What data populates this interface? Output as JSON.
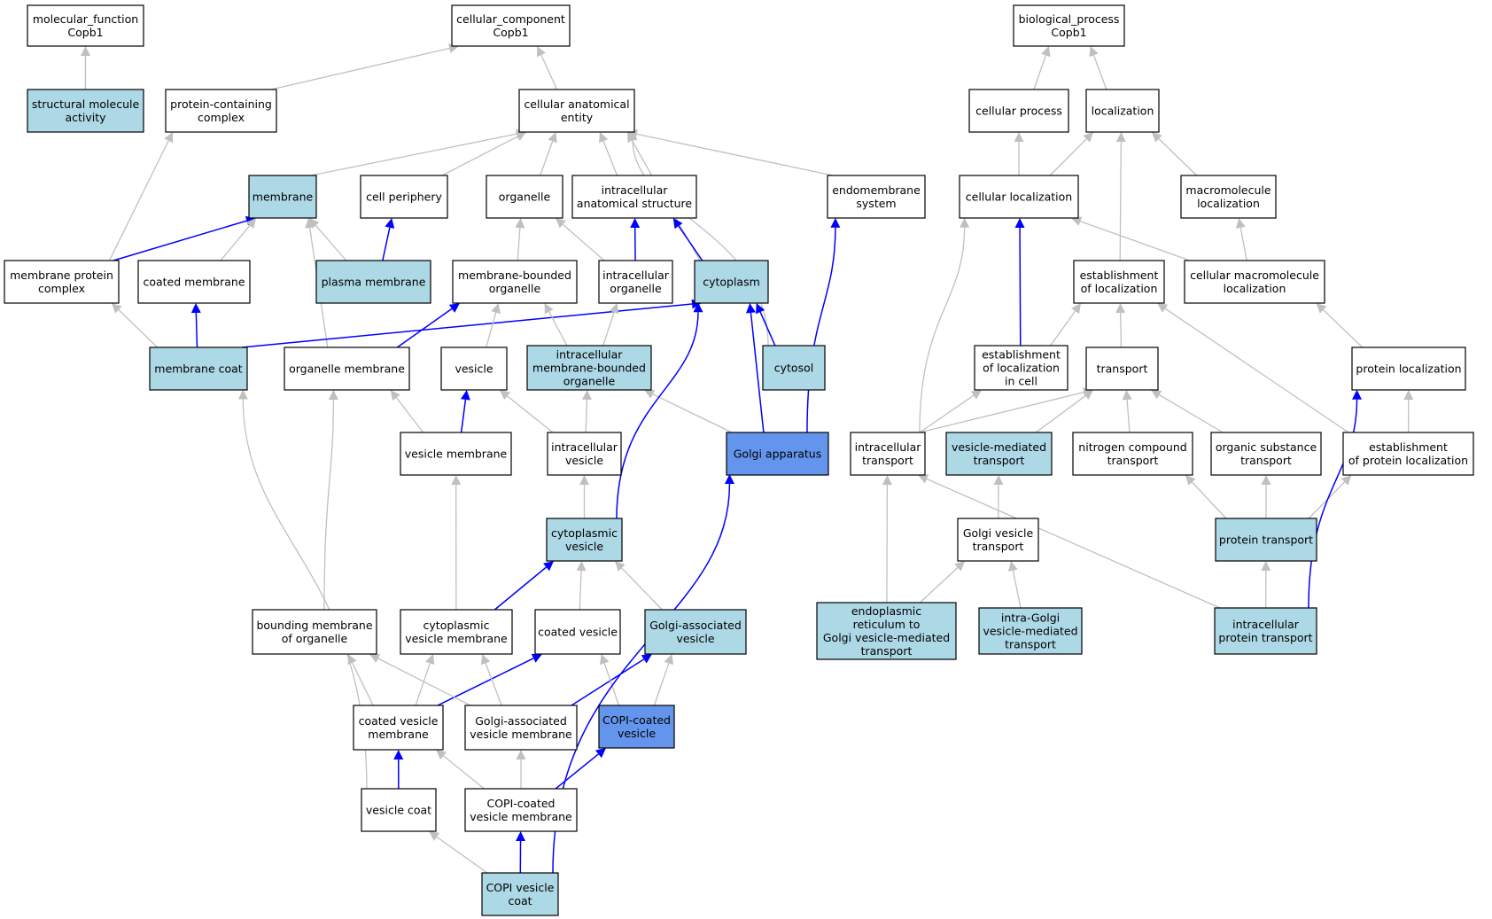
{
  "colors": {
    "plain": "#ffffff",
    "highlighted": "#add8e6",
    "focus": "#6495ed",
    "edge_gray": "#c0c0c0",
    "edge_blue": "#0000ff"
  },
  "nodes": {
    "mf_root": {
      "label": [
        "molecular_function",
        "Copb1"
      ],
      "style": "plain"
    },
    "cc_root": {
      "label": [
        "cellular_component",
        "Copb1"
      ],
      "style": "plain"
    },
    "bp_root": {
      "label": [
        "biological_process",
        "Copb1"
      ],
      "style": "plain"
    },
    "structural": {
      "label": [
        "structural molecule",
        "activity"
      ],
      "style": "highlighted"
    },
    "protein_complex": {
      "label": [
        "protein-containing",
        "complex"
      ],
      "style": "plain"
    },
    "cae": {
      "label": [
        "cellular anatomical",
        "entity"
      ],
      "style": "plain"
    },
    "cell_process": {
      "label": [
        "cellular process"
      ],
      "style": "plain"
    },
    "localization": {
      "label": [
        "localization"
      ],
      "style": "plain"
    },
    "membrane": {
      "label": [
        "membrane"
      ],
      "style": "highlighted"
    },
    "cell_periphery": {
      "label": [
        "cell periphery"
      ],
      "style": "plain"
    },
    "organelle": {
      "label": [
        "organelle"
      ],
      "style": "plain"
    },
    "ias": {
      "label": [
        "intracellular",
        "anatomical structure"
      ],
      "style": "plain"
    },
    "endomembrane": {
      "label": [
        "endomembrane",
        "system"
      ],
      "style": "plain"
    },
    "cell_loc": {
      "label": [
        "cellular localization"
      ],
      "style": "plain"
    },
    "macro_loc": {
      "label": [
        "macromolecule",
        "localization"
      ],
      "style": "plain"
    },
    "mem_prot_complex": {
      "label": [
        "membrane protein",
        "complex"
      ],
      "style": "plain"
    },
    "coated_membrane": {
      "label": [
        "coated membrane"
      ],
      "style": "plain"
    },
    "plasma_membrane": {
      "label": [
        "plasma membrane"
      ],
      "style": "highlighted"
    },
    "mbo": {
      "label": [
        "membrane-bounded",
        "organelle"
      ],
      "style": "plain"
    },
    "ic_organelle": {
      "label": [
        "intracellular",
        "organelle"
      ],
      "style": "plain"
    },
    "cytoplasm": {
      "label": [
        "cytoplasm"
      ],
      "style": "highlighted"
    },
    "est_loc": {
      "label": [
        "establishment",
        "of localization"
      ],
      "style": "plain"
    },
    "cell_macro_loc": {
      "label": [
        "cellular macromolecule",
        "localization"
      ],
      "style": "plain"
    },
    "membrane_coat": {
      "label": [
        "membrane coat"
      ],
      "style": "highlighted"
    },
    "organelle_membrane": {
      "label": [
        "organelle membrane"
      ],
      "style": "plain"
    },
    "vesicle": {
      "label": [
        "vesicle"
      ],
      "style": "plain"
    },
    "imbo": {
      "label": [
        "intracellular",
        "membrane-bounded",
        "organelle"
      ],
      "style": "highlighted"
    },
    "cytosol": {
      "label": [
        "cytosol"
      ],
      "style": "highlighted"
    },
    "est_loc_cell": {
      "label": [
        "establishment",
        "of localization",
        "in cell"
      ],
      "style": "plain"
    },
    "transport": {
      "label": [
        "transport"
      ],
      "style": "plain"
    },
    "protein_loc": {
      "label": [
        "protein localization"
      ],
      "style": "plain"
    },
    "vesicle_membrane": {
      "label": [
        "vesicle membrane"
      ],
      "style": "plain"
    },
    "ic_vesicle": {
      "label": [
        "intracellular",
        "vesicle"
      ],
      "style": "plain"
    },
    "golgi": {
      "label": [
        "Golgi apparatus"
      ],
      "style": "focus"
    },
    "ic_transport": {
      "label": [
        "intracellular",
        "transport"
      ],
      "style": "plain"
    },
    "vm_transport": {
      "label": [
        "vesicle-mediated",
        "transport"
      ],
      "style": "highlighted"
    },
    "nitrogen": {
      "label": [
        "nitrogen compound",
        "transport"
      ],
      "style": "plain"
    },
    "organic": {
      "label": [
        "organic substance",
        "transport"
      ],
      "style": "plain"
    },
    "est_prot_loc": {
      "label": [
        "establishment",
        "of protein localization"
      ],
      "style": "plain"
    },
    "cyto_vesicle": {
      "label": [
        "cytoplasmic",
        "vesicle"
      ],
      "style": "highlighted"
    },
    "golgi_vt": {
      "label": [
        "Golgi vesicle",
        "transport"
      ],
      "style": "plain"
    },
    "protein_transport": {
      "label": [
        "protein transport"
      ],
      "style": "highlighted"
    },
    "bmo": {
      "label": [
        "bounding membrane",
        "of organelle"
      ],
      "style": "plain"
    },
    "cvm": {
      "label": [
        "cytoplasmic",
        "vesicle membrane"
      ],
      "style": "plain"
    },
    "coated_vesicle": {
      "label": [
        "coated vesicle"
      ],
      "style": "plain"
    },
    "golgi_assoc_vesicle": {
      "label": [
        "Golgi-associated",
        "vesicle"
      ],
      "style": "highlighted"
    },
    "er_golgi": {
      "label": [
        "endoplasmic",
        "reticulum to",
        "Golgi vesicle-mediated",
        "transport"
      ],
      "style": "highlighted"
    },
    "intra_golgi": {
      "label": [
        "intra-Golgi",
        "vesicle-mediated",
        "transport"
      ],
      "style": "highlighted"
    },
    "ic_prot_transport": {
      "label": [
        "intracellular",
        "protein transport"
      ],
      "style": "highlighted"
    },
    "coated_vm": {
      "label": [
        "coated vesicle",
        "membrane"
      ],
      "style": "plain"
    },
    "golgi_avm": {
      "label": [
        "Golgi-associated",
        "vesicle membrane"
      ],
      "style": "plain"
    },
    "copi_vesicle": {
      "label": [
        "COPI-coated",
        "vesicle"
      ],
      "style": "focus"
    },
    "vesicle_coat": {
      "label": [
        "vesicle coat"
      ],
      "style": "plain"
    },
    "copi_vm": {
      "label": [
        "COPI-coated",
        "vesicle membrane"
      ],
      "style": "plain"
    },
    "copi_coat": {
      "label": [
        "COPI vesicle",
        "coat"
      ],
      "style": "highlighted"
    }
  },
  "edges": [
    {
      "from": "structural",
      "to": "mf_root",
      "kind": "gray"
    },
    {
      "from": "protein_complex",
      "to": "cc_root",
      "kind": "gray"
    },
    {
      "from": "cae",
      "to": "cc_root",
      "kind": "gray"
    },
    {
      "from": "cell_process",
      "to": "bp_root",
      "kind": "gray"
    },
    {
      "from": "localization",
      "to": "bp_root",
      "kind": "gray"
    },
    {
      "from": "membrane",
      "to": "cae",
      "kind": "gray"
    },
    {
      "from": "cell_periphery",
      "to": "cae",
      "kind": "gray"
    },
    {
      "from": "organelle",
      "to": "cae",
      "kind": "gray"
    },
    {
      "from": "ias",
      "to": "cae",
      "kind": "gray"
    },
    {
      "from": "endomembrane",
      "to": "cae",
      "kind": "gray"
    },
    {
      "from": "cytoplasm",
      "to": "cae",
      "kind": "gray"
    },
    {
      "from": "cytosol",
      "to": "cae",
      "kind": "gray"
    },
    {
      "from": "cell_loc",
      "to": "cell_process",
      "kind": "gray"
    },
    {
      "from": "cell_loc",
      "to": "localization",
      "kind": "gray"
    },
    {
      "from": "macro_loc",
      "to": "localization",
      "kind": "gray"
    },
    {
      "from": "est_loc",
      "to": "localization",
      "kind": "gray"
    },
    {
      "from": "mem_prot_complex",
      "to": "protein_complex",
      "kind": "gray"
    },
    {
      "from": "mem_prot_complex",
      "to": "membrane",
      "kind": "blue"
    },
    {
      "from": "coated_membrane",
      "to": "membrane",
      "kind": "gray"
    },
    {
      "from": "plasma_membrane",
      "to": "membrane",
      "kind": "gray"
    },
    {
      "from": "plasma_membrane",
      "to": "cell_periphery",
      "kind": "blue"
    },
    {
      "from": "organelle_membrane",
      "to": "membrane",
      "kind": "gray"
    },
    {
      "from": "mbo",
      "to": "organelle",
      "kind": "gray"
    },
    {
      "from": "ic_organelle",
      "to": "organelle",
      "kind": "gray"
    },
    {
      "from": "ic_organelle",
      "to": "ias",
      "kind": "blue"
    },
    {
      "from": "cytoplasm",
      "to": "ias",
      "kind": "blue"
    },
    {
      "from": "golgi",
      "to": "endomembrane",
      "kind": "blue"
    },
    {
      "from": "cell_macro_loc",
      "to": "cell_loc",
      "kind": "gray"
    },
    {
      "from": "cell_macro_loc",
      "to": "macro_loc",
      "kind": "gray"
    },
    {
      "from": "est_loc_cell",
      "to": "cell_loc",
      "kind": "blue"
    },
    {
      "from": "est_loc_cell",
      "to": "est_loc",
      "kind": "gray"
    },
    {
      "from": "ic_transport",
      "to": "cell_loc",
      "kind": "gray"
    },
    {
      "from": "transport",
      "to": "est_loc",
      "kind": "gray"
    },
    {
      "from": "est_prot_loc",
      "to": "est_loc",
      "kind": "gray"
    },
    {
      "from": "protein_loc",
      "to": "cell_macro_loc",
      "kind": "gray"
    },
    {
      "from": "membrane_coat",
      "to": "mem_prot_complex",
      "kind": "gray"
    },
    {
      "from": "membrane_coat",
      "to": "coated_membrane",
      "kind": "blue"
    },
    {
      "from": "membrane_coat",
      "to": "cytoplasm",
      "kind": "blue"
    },
    {
      "from": "organelle_membrane",
      "to": "mbo",
      "kind": "blue"
    },
    {
      "from": "vesicle",
      "to": "mbo",
      "kind": "gray"
    },
    {
      "from": "imbo",
      "to": "mbo",
      "kind": "gray"
    },
    {
      "from": "imbo",
      "to": "ic_organelle",
      "kind": "gray"
    },
    {
      "from": "cytosol",
      "to": "cytoplasm",
      "kind": "blue"
    },
    {
      "from": "golgi",
      "to": "cytoplasm",
      "kind": "blue"
    },
    {
      "from": "golgi",
      "to": "imbo",
      "kind": "gray"
    },
    {
      "from": "cyto_vesicle",
      "to": "cytoplasm",
      "kind": "blue"
    },
    {
      "from": "ic_transport",
      "to": "est_loc_cell",
      "kind": "gray"
    },
    {
      "from": "ic_transport",
      "to": "transport",
      "kind": "gray"
    },
    {
      "from": "vm_transport",
      "to": "transport",
      "kind": "gray"
    },
    {
      "from": "nitrogen",
      "to": "transport",
      "kind": "gray"
    },
    {
      "from": "organic",
      "to": "transport",
      "kind": "gray"
    },
    {
      "from": "est_prot_loc",
      "to": "protein_loc",
      "kind": "gray"
    },
    {
      "from": "vesicle_membrane",
      "to": "organelle_membrane",
      "kind": "gray"
    },
    {
      "from": "vesicle_membrane",
      "to": "vesicle",
      "kind": "blue"
    },
    {
      "from": "ic_vesicle",
      "to": "vesicle",
      "kind": "gray"
    },
    {
      "from": "ic_vesicle",
      "to": "imbo",
      "kind": "gray"
    },
    {
      "from": "cyto_vesicle",
      "to": "ic_vesicle",
      "kind": "gray"
    },
    {
      "from": "golgi_vt",
      "to": "vm_transport",
      "kind": "gray"
    },
    {
      "from": "protein_transport",
      "to": "nitrogen",
      "kind": "gray"
    },
    {
      "from": "protein_transport",
      "to": "organic",
      "kind": "gray"
    },
    {
      "from": "protein_transport",
      "to": "est_prot_loc",
      "kind": "gray"
    },
    {
      "from": "ic_prot_transport",
      "to": "ic_transport",
      "kind": "gray"
    },
    {
      "from": "ic_prot_transport",
      "to": "protein_transport",
      "kind": "gray"
    },
    {
      "from": "ic_prot_transport",
      "to": "protein_loc",
      "kind": "blue"
    },
    {
      "from": "er_golgi",
      "to": "ic_transport",
      "kind": "gray"
    },
    {
      "from": "er_golgi",
      "to": "golgi_vt",
      "kind": "gray"
    },
    {
      "from": "intra_golgi",
      "to": "golgi_vt",
      "kind": "gray"
    },
    {
      "from": "bmo",
      "to": "organelle_membrane",
      "kind": "gray"
    },
    {
      "from": "cvm",
      "to": "vesicle_membrane",
      "kind": "gray"
    },
    {
      "from": "cvm",
      "to": "cyto_vesicle",
      "kind": "blue"
    },
    {
      "from": "coated_vesicle",
      "to": "cyto_vesicle",
      "kind": "gray"
    },
    {
      "from": "golgi_assoc_vesicle",
      "to": "cyto_vesicle",
      "kind": "gray"
    },
    {
      "from": "coated_vm",
      "to": "bmo",
      "kind": "gray"
    },
    {
      "from": "coated_vm",
      "to": "cvm",
      "kind": "gray"
    },
    {
      "from": "coated_vm",
      "to": "coated_vesicle",
      "kind": "blue"
    },
    {
      "from": "golgi_avm",
      "to": "bmo",
      "kind": "gray"
    },
    {
      "from": "golgi_avm",
      "to": "cvm",
      "kind": "gray"
    },
    {
      "from": "golgi_avm",
      "to": "golgi_assoc_vesicle",
      "kind": "blue"
    },
    {
      "from": "copi_vesicle",
      "to": "coated_vesicle",
      "kind": "gray"
    },
    {
      "from": "copi_vesicle",
      "to": "golgi_assoc_vesicle",
      "kind": "gray"
    },
    {
      "from": "vesicle_coat",
      "to": "membrane_coat",
      "kind": "gray"
    },
    {
      "from": "vesicle_coat",
      "to": "coated_vm",
      "kind": "blue"
    },
    {
      "from": "copi_vm",
      "to": "coated_vm",
      "kind": "gray"
    },
    {
      "from": "copi_vm",
      "to": "golgi_avm",
      "kind": "gray"
    },
    {
      "from": "copi_vm",
      "to": "copi_vesicle",
      "kind": "blue"
    },
    {
      "from": "copi_coat",
      "to": "vesicle_coat",
      "kind": "gray"
    },
    {
      "from": "copi_coat",
      "to": "copi_vm",
      "kind": "blue"
    },
    {
      "from": "copi_coat",
      "to": "golgi",
      "kind": "blue"
    }
  ]
}
